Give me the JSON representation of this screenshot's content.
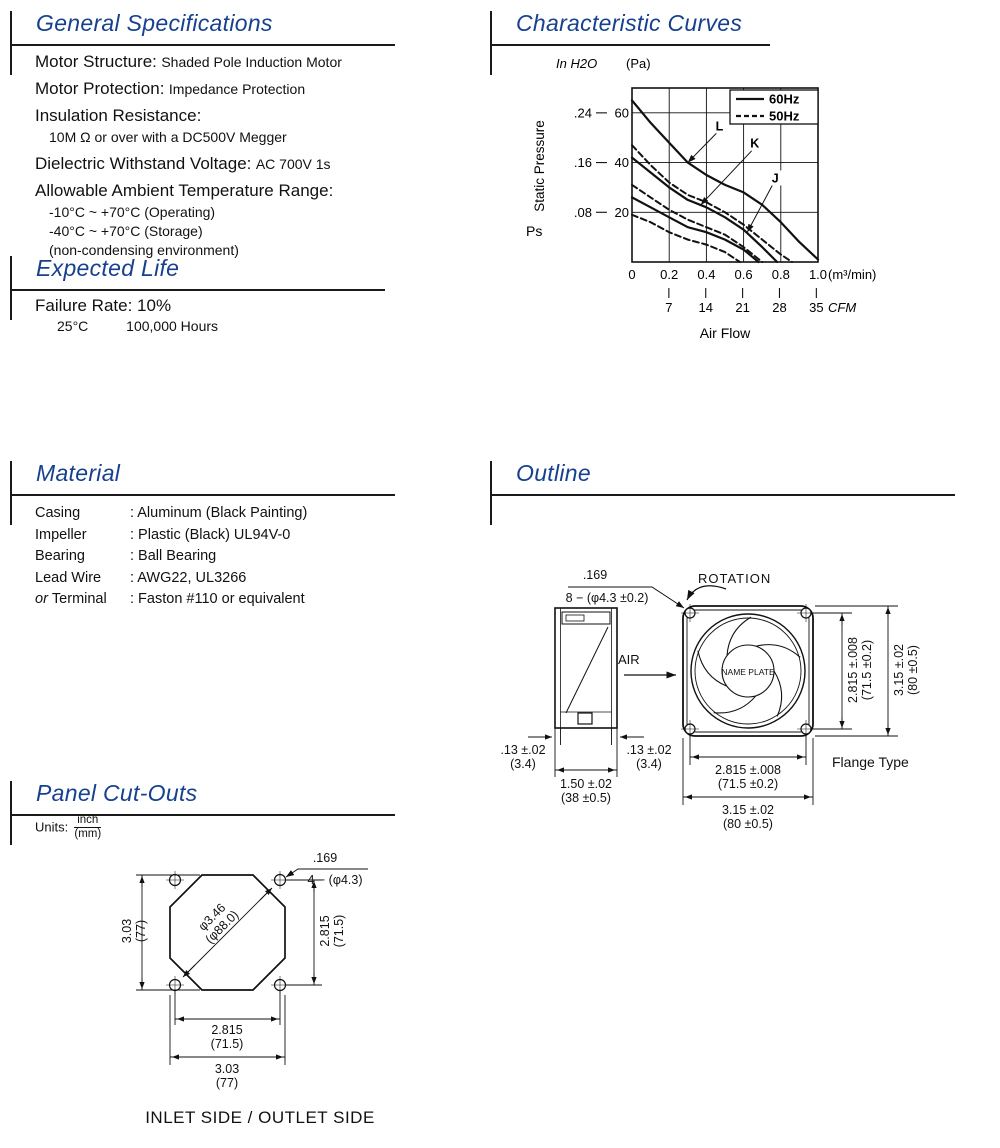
{
  "accent": "#17418e",
  "general": {
    "title": "General Specifications",
    "motor_structure_label": "Motor Structure:",
    "motor_structure_value": "Shaded Pole Induction Motor",
    "motor_protection_label": "Motor Protection:",
    "motor_protection_value": "Impedance Protection",
    "insulation_label": "Insulation Resistance:",
    "insulation_detail": "10M Ω or over with a DC500V Megger",
    "dielectric_label": "Dielectric Withstand Voltage:",
    "dielectric_value": "AC 700V 1s",
    "ambient_label": "Allowable Ambient Temperature Range:",
    "ambient_operating": "-10°C ~ +70°C (Operating)",
    "ambient_storage": "-40°C ~ +70°C (Storage)",
    "ambient_note": "(non-condensing environment)"
  },
  "expected_life": {
    "title": "Expected Life",
    "failure_rate_label": "Failure Rate: 10%",
    "temperature": "25°C",
    "hours": "100,000 Hours"
  },
  "material": {
    "title": "Material",
    "rows": [
      {
        "name": "Casing",
        "value": ": Aluminum (Black Painting)"
      },
      {
        "name": "Impeller",
        "value": ": Plastic (Black) UL94V-0"
      },
      {
        "name": "Bearing",
        "value": ": Ball Bearing"
      },
      {
        "name": "Lead Wire",
        "value": ": AWG22, UL3266"
      },
      {
        "prefix": "or ",
        "name": "Terminal",
        "value": ": Faston #110 or equivalent"
      }
    ]
  },
  "chart_data": {
    "type": "line",
    "title": "Characteristic Curves",
    "pressure_unit_left": "In H2O",
    "pressure_unit_right": "(Pa)",
    "ylabel": "Static Pressure",
    "ylabel_symbol": "Ps",
    "xlabel": "Air Flow",
    "x_unit_primary": "(m³/min)",
    "x_unit_secondary": "CFM",
    "xlim": [
      0,
      1.0
    ],
    "ylim_pa": [
      0,
      70
    ],
    "grid": true,
    "legend_position": "top-right",
    "legend": [
      {
        "label": "60Hz",
        "style": "solid"
      },
      {
        "label": "50Hz",
        "style": "dashed"
      }
    ],
    "y_ticks": [
      {
        "in_h2o": ".24",
        "pa": "60",
        "value": 60
      },
      {
        "in_h2o": ".16",
        "pa": "40",
        "value": 40
      },
      {
        "in_h2o": ".08",
        "pa": "20",
        "value": 20
      }
    ],
    "x_ticks": [
      {
        "label": "0",
        "value": 0
      },
      {
        "label": "0.2",
        "value": 0.2
      },
      {
        "label": "0.4",
        "value": 0.4
      },
      {
        "label": "0.6",
        "value": 0.6
      },
      {
        "label": "0.8",
        "value": 0.8
      },
      {
        "label": "1.0",
        "value": 1.0
      }
    ],
    "cfm_ticks": [
      7,
      14,
      21,
      28,
      35
    ],
    "annotations": [
      {
        "text": "L",
        "at": [
          0.47,
          53
        ],
        "arrow_to": [
          0.3,
          40
        ]
      },
      {
        "text": "K",
        "at": [
          0.66,
          46
        ],
        "arrow_to": [
          0.37,
          23
        ]
      },
      {
        "text": "J",
        "at": [
          0.77,
          32
        ],
        "arrow_to": [
          0.62,
          12
        ]
      }
    ],
    "series": [
      {
        "name": "L 60Hz",
        "style": "solid",
        "points": [
          [
            0,
            65
          ],
          [
            0.1,
            56
          ],
          [
            0.2,
            48
          ],
          [
            0.3,
            40
          ],
          [
            0.4,
            35
          ],
          [
            0.5,
            31
          ],
          [
            0.6,
            28
          ],
          [
            0.7,
            23
          ],
          [
            0.8,
            16
          ],
          [
            0.9,
            8
          ],
          [
            1.0,
            1
          ]
        ]
      },
      {
        "name": "L 50Hz",
        "style": "dashed",
        "points": [
          [
            0,
            47
          ],
          [
            0.1,
            39
          ],
          [
            0.2,
            32
          ],
          [
            0.3,
            27
          ],
          [
            0.4,
            24
          ],
          [
            0.5,
            20
          ],
          [
            0.6,
            15
          ],
          [
            0.7,
            9
          ],
          [
            0.8,
            3
          ],
          [
            0.86,
            0
          ]
        ]
      },
      {
        "name": "K 60Hz",
        "style": "solid",
        "points": [
          [
            0,
            42
          ],
          [
            0.1,
            36
          ],
          [
            0.2,
            30
          ],
          [
            0.3,
            25
          ],
          [
            0.4,
            22
          ],
          [
            0.5,
            18
          ],
          [
            0.6,
            13
          ],
          [
            0.7,
            6
          ],
          [
            0.78,
            0
          ]
        ]
      },
      {
        "name": "K 50Hz",
        "style": "dashed",
        "points": [
          [
            0,
            31
          ],
          [
            0.1,
            26
          ],
          [
            0.2,
            21
          ],
          [
            0.3,
            17
          ],
          [
            0.4,
            14
          ],
          [
            0.5,
            11
          ],
          [
            0.6,
            6
          ],
          [
            0.7,
            0
          ]
        ]
      },
      {
        "name": "J 60Hz",
        "style": "solid",
        "points": [
          [
            0,
            26
          ],
          [
            0.1,
            22
          ],
          [
            0.2,
            18
          ],
          [
            0.3,
            14
          ],
          [
            0.4,
            12
          ],
          [
            0.5,
            9
          ],
          [
            0.6,
            5
          ],
          [
            0.68,
            0
          ]
        ]
      },
      {
        "name": "J 50Hz",
        "style": "dashed",
        "points": [
          [
            0,
            19
          ],
          [
            0.1,
            16
          ],
          [
            0.2,
            12
          ],
          [
            0.3,
            9
          ],
          [
            0.4,
            7
          ],
          [
            0.5,
            4
          ],
          [
            0.58,
            0
          ]
        ]
      }
    ]
  },
  "outline": {
    "title": "Outline",
    "hole_note_top": ".169",
    "hole_note_bottom": "8 − (φ4.3 ±0.2)",
    "rotation": "ROTATION",
    "air": "AIR",
    "name_plate": "NAME PLATE",
    "dim_right_inner_in": "2.815 ±.008",
    "dim_right_inner_mm": "(71.5 ±0.2)",
    "dim_right_outer_in": "3.15 ±.02",
    "dim_right_outer_mm": "(80 ±0.5)",
    "dim_flange_left_in": ".13 ±.02",
    "dim_flange_left_mm": "(3.4)",
    "dim_flange_right_in": ".13 ±.02",
    "dim_flange_right_mm": "(3.4)",
    "dim_depth_in": "1.50 ±.02",
    "dim_depth_mm": "(38 ±0.5)",
    "dim_bottom_inner_in": "2.815 ±.008",
    "dim_bottom_inner_mm": "(71.5 ±0.2)",
    "dim_bottom_outer_in": "3.15 ±.02",
    "dim_bottom_outer_mm": "(80 ±0.5)",
    "flange_type": "Flange Type"
  },
  "panel": {
    "title": "Panel Cut-Outs",
    "units_label": "Units:",
    "units_top": "inch",
    "units_bottom": "(mm)",
    "hole_note_top": ".169",
    "hole_note_bottom": "4 − (φ4.3)",
    "dia_in": "φ3.46",
    "dia_mm": "(φ88.0)",
    "dim_left_in": "3.03",
    "dim_left_mm": "(77)",
    "dim_right_in": "2.815",
    "dim_right_mm": "(71.5)",
    "dim_bottom_inner_in": "2.815",
    "dim_bottom_inner_mm": "(71.5)",
    "dim_bottom_outer_in": "3.03",
    "dim_bottom_outer_mm": "(77)",
    "footer": "INLET SIDE / OUTLET SIDE"
  }
}
